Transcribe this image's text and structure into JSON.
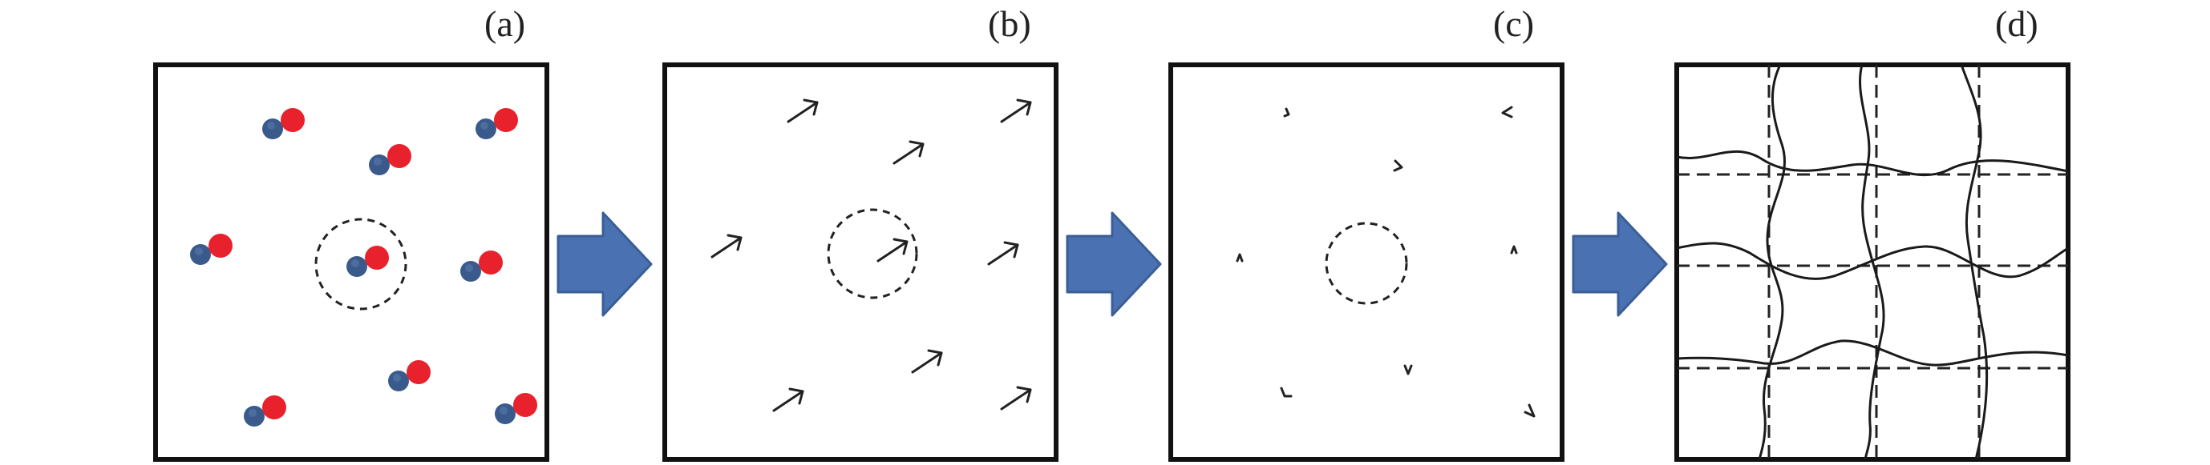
{
  "panels": [
    {
      "label": "(a)",
      "content": "particle-pairs"
    },
    {
      "label": "(b)",
      "content": "aligned-arrows"
    },
    {
      "label": "(c)",
      "content": "small-arrows"
    },
    {
      "label": "(d)",
      "content": "wavy-lines-with-dashed-grid"
    }
  ],
  "colors": {
    "frame": "#111111",
    "particle_blue": "#3a5a8c",
    "particle_red": "#e8222c",
    "arrow_fill": "#4a72b2",
    "arrow_stroke": "#3a5e95"
  },
  "icons": [
    "right-arrow-icon"
  ]
}
